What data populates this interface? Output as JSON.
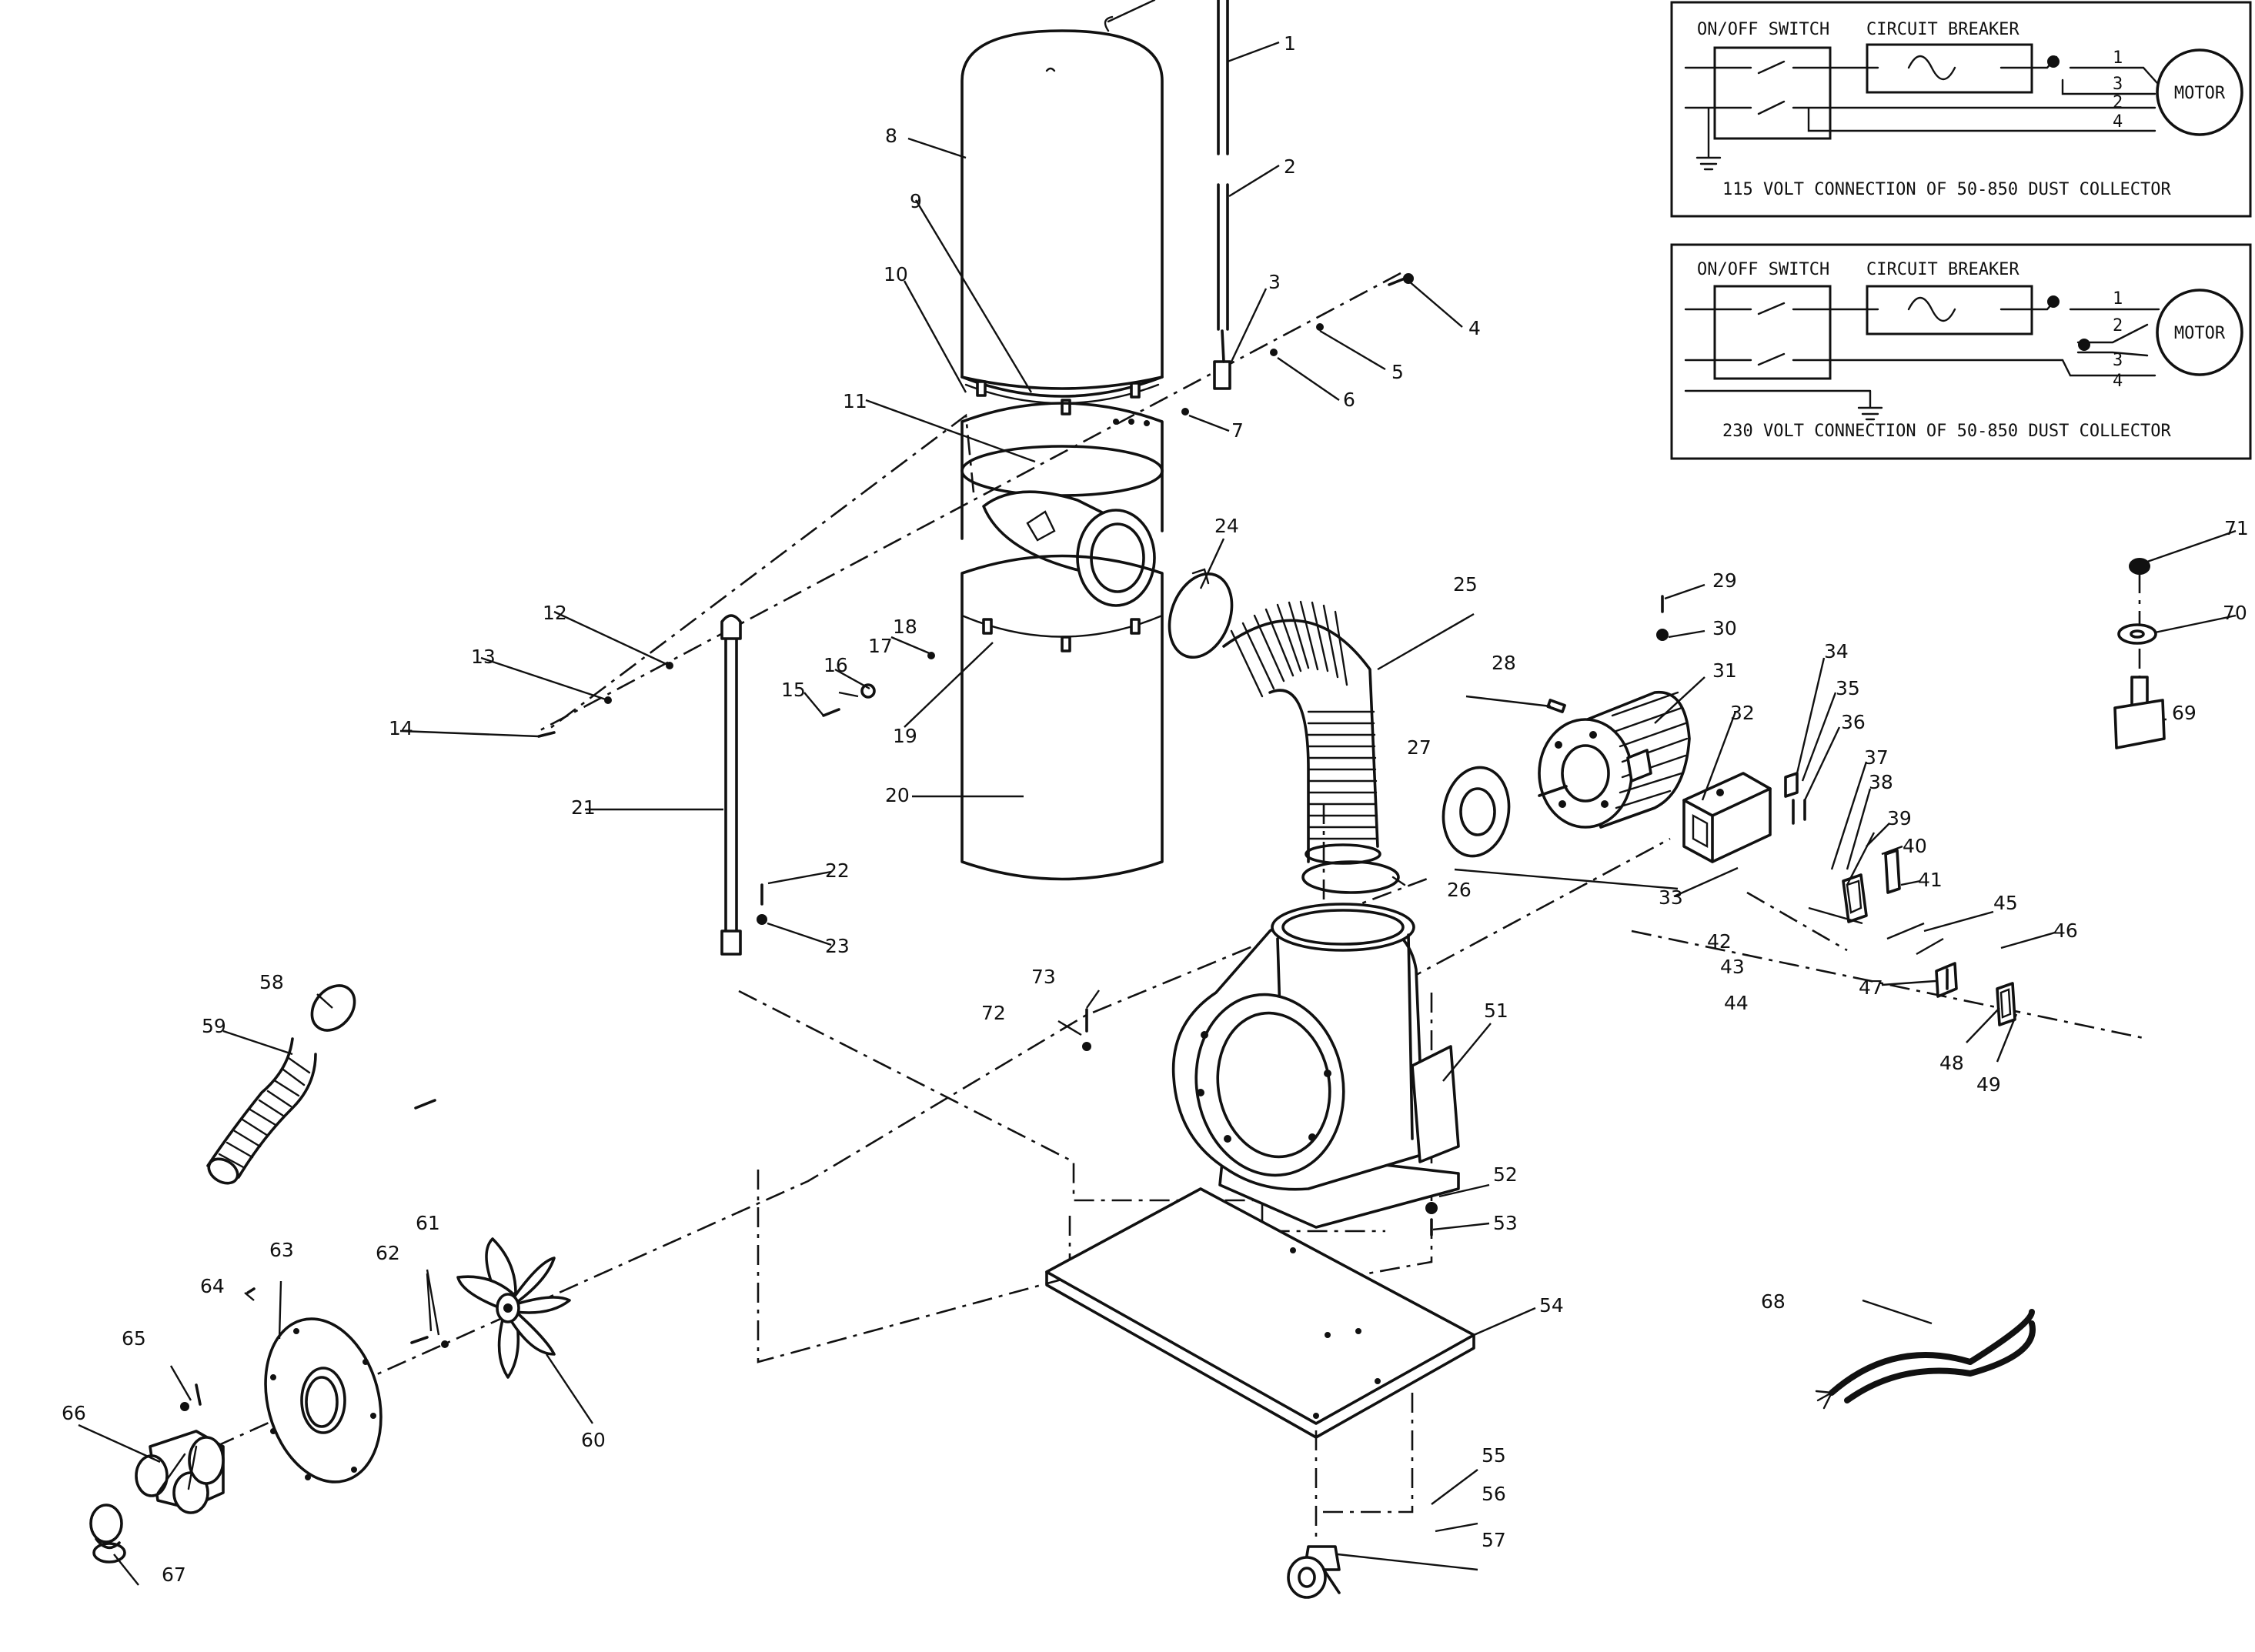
{
  "wiring_diagrams": [
    {
      "on_off_switch_label": "ON/OFF SWITCH",
      "circuit_breaker_label": "CIRCUIT BREAKER",
      "motor_label": "MOTOR",
      "wire_numbers": [
        "1",
        "3",
        "2",
        "4"
      ],
      "caption": "115 VOLT CONNECTION OF  50-850 DUST COLLECTOR"
    },
    {
      "on_off_switch_label": "ON/OFF SWITCH",
      "circuit_breaker_label": "CIRCUIT BREAKER",
      "motor_label": "MOTOR",
      "wire_numbers": [
        "1",
        "2",
        "3",
        "4"
      ],
      "caption": "230 VOLT CONNECTION OF  50-850 DUST COLLECTOR"
    }
  ],
  "part_numbers": [
    "1",
    "2",
    "3",
    "4",
    "5",
    "6",
    "7",
    "8",
    "9",
    "10",
    "11",
    "12",
    "13",
    "14",
    "15",
    "16",
    "17",
    "18",
    "19",
    "20",
    "21",
    "22",
    "23",
    "24",
    "25",
    "26",
    "27",
    "28",
    "29",
    "30",
    "31",
    "32",
    "33",
    "34",
    "35",
    "36",
    "37",
    "38",
    "39",
    "40",
    "41",
    "42",
    "43",
    "44",
    "45",
    "46",
    "47",
    "48",
    "49",
    "51",
    "52",
    "53",
    "54",
    "55",
    "56",
    "57",
    "58",
    "59",
    "60",
    "61",
    "62",
    "63",
    "64",
    "65",
    "66",
    "67",
    "68",
    "69",
    "70",
    "71",
    "72",
    "73"
  ]
}
